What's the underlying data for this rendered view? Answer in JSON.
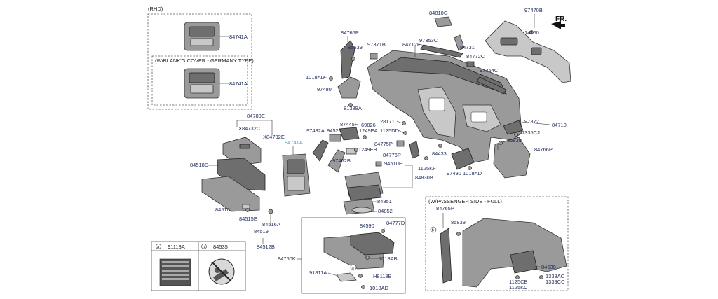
{
  "direction_label": "FR.",
  "rhd_box": {
    "title": "(RHD)",
    "sub_title": "(W/BLANK'G COVER - GERMANY TYPE)",
    "part_top": "84741A",
    "part_bottom": "84741A"
  },
  "passenger_box": {
    "title": "(W/PASSENGER SIDE - FULL)",
    "parts": [
      "84765P",
      "85839",
      "84530",
      "1338AC",
      "1339CC",
      "1125CB",
      "1125KC"
    ],
    "callout": "b"
  },
  "glovebox_box": {
    "parts": [
      "84590",
      "84777D",
      "1018AB",
      "H8118B",
      "1018AD",
      "91811A"
    ],
    "callout": "a"
  },
  "legend": [
    {
      "letter": "a",
      "part": "91113A"
    },
    {
      "letter": "b",
      "part": "84535"
    }
  ],
  "labels": {
    "p84780E": "84780E",
    "pX84732C": "X84732C",
    "pX84732E": "X84732E",
    "p84741A": "84741A",
    "p84518D": "84518D",
    "p84510": "84510",
    "p84515E": "84515E",
    "p84516A": "84516A",
    "p84519": "84519",
    "p84512B": "84512B",
    "p84750K": "84750K",
    "p97482A": "97482A",
    "p94520": "94520",
    "p87445F": "87445F",
    "p69826": "69826",
    "p1249EA": "1249EA",
    "p1249EB": "1249EB",
    "p97462B": "97462B",
    "p94510E": "94510E",
    "p84830B": "84830B",
    "p84851": "84851",
    "p84852": "84852",
    "p84765P": "84765P",
    "p85639": "85639",
    "p97371B": "97371B",
    "p1018AD_top": "1018AD",
    "p97480": "97480",
    "p81389A": "81389A",
    "p84712F": "84712F",
    "p97353C": "97353C",
    "p84810G": "84810G",
    "p94731": "94731",
    "p84772C": "84772C",
    "p97354C": "97354C",
    "p97470B": "97470B",
    "p14160": "14160",
    "p28171": "28171",
    "p1125DD": "1125DD",
    "p84775P": "84775P",
    "p84776P": "84776P",
    "p84433": "84433",
    "p1125KF": "1125KF",
    "p97490": "97490",
    "p1018AD_mid": "1018AD",
    "p97372": "97372",
    "p1335CJ": "1335CJ",
    "p84710": "84710",
    "p85839": "85839",
    "p84766P": "84766P"
  }
}
